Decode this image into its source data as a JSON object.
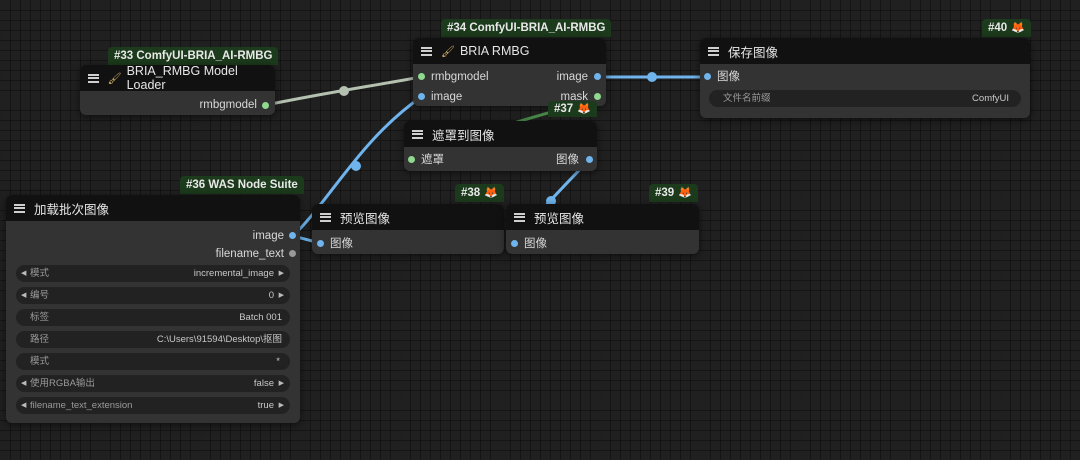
{
  "nodes": {
    "n33": {
      "badge": "#33 ComfyUI-BRIA_AI-RMBG",
      "title": "BRIA_RMBG Model Loader",
      "outputs": [
        "rmbgmodel"
      ]
    },
    "n34": {
      "badge": "#34 ComfyUI-BRIA_AI-RMBG",
      "title": "BRIA RMBG",
      "inputs": [
        "rmbgmodel",
        "image"
      ],
      "outputs": [
        "image",
        "mask"
      ]
    },
    "n37": {
      "badge": "#37",
      "title": "遮罩到图像",
      "inputs": [
        "遮罩"
      ],
      "outputs": [
        "图像"
      ]
    },
    "n40": {
      "badge": "#40",
      "title": "保存图像",
      "inputs": [
        "图像"
      ],
      "widget": {
        "label": "文件名前缀",
        "value": "ComfyUI"
      }
    },
    "n36": {
      "badge": "#36 WAS Node Suite",
      "title": "加载批次图像",
      "outputs": [
        "image",
        "filename_text"
      ],
      "widgets": [
        {
          "label": "模式",
          "value": "incremental_image",
          "arrows": true
        },
        {
          "label": "编号",
          "value": "0",
          "arrows": true
        },
        {
          "label": "标签",
          "value": "Batch 001",
          "arrows": false
        },
        {
          "label": "路径",
          "value": "C:\\Users\\91594\\Desktop\\抠图",
          "arrows": false
        },
        {
          "label": "模式",
          "value": "*",
          "arrows": false
        },
        {
          "label": "使用RGBA输出",
          "value": "false",
          "arrows": true
        },
        {
          "label": "filename_text_extension",
          "value": "true",
          "arrows": true
        }
      ]
    },
    "n38": {
      "badge": "#38",
      "title": "预览图像",
      "inputs": [
        "图像"
      ]
    },
    "n39": {
      "badge": "#39",
      "title": "预览图像",
      "inputs": [
        "图像"
      ]
    }
  },
  "icons": {
    "menu": "hamburger-menu-icon",
    "brush": "brush-icon",
    "fox": "fox-icon"
  },
  "colors": {
    "canvas": "#202020",
    "node_body": "#333333",
    "node_header": "#111111",
    "badge": "#1c3a1c",
    "image_link": "#6fb4ec",
    "model_link": "#b4c0b0",
    "mask_link": "#4a8a4a"
  }
}
